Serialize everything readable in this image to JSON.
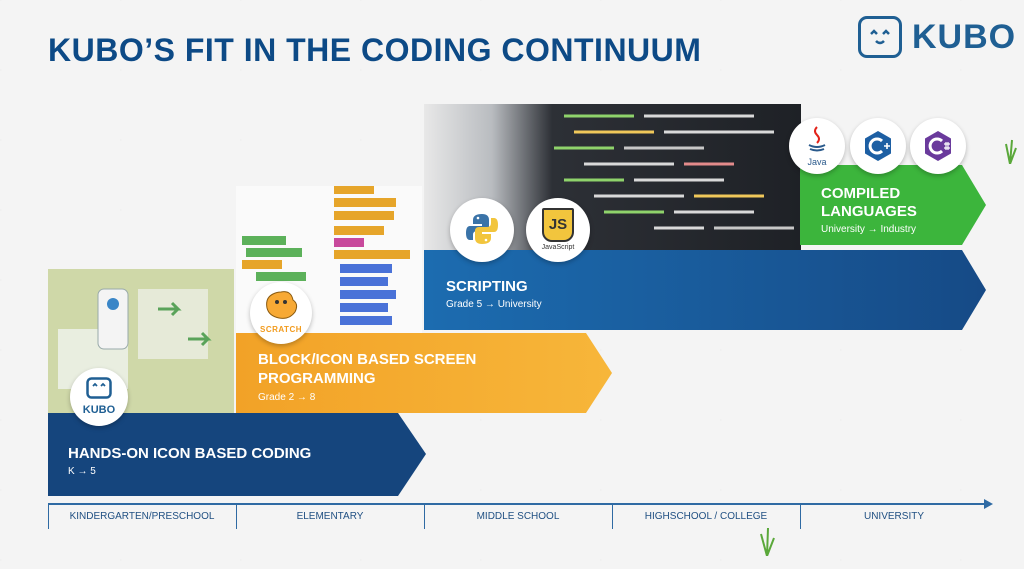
{
  "title": "KUBO’S FIT IN THE CODING CONTINUUM",
  "logo": {
    "text": "KUBO"
  },
  "bands": [
    {
      "name": "HANDS-ON ICON BASED CODING",
      "range": "K → 5",
      "color": "#15457d"
    },
    {
      "name_line1": "BLOCK/ICON BASED SCREEN",
      "name_line2": "PROGRAMMING",
      "range": "Grade 2 → 8",
      "color": "#f0a324"
    },
    {
      "name": "SCRIPTING",
      "range": "Grade 5 → University",
      "color": "#1c64a6"
    },
    {
      "name_line1": "COMPILED",
      "name_line2": "LANGUAGES",
      "range": "University → Industry",
      "color": "#3cb53c"
    }
  ],
  "icons": {
    "kubo_label": "KUBO",
    "javascript_label": "JS",
    "javascript_caption": "JavaScript",
    "java_label": "Java",
    "scratch_label": "SCRATCH"
  },
  "stages": [
    "KINDERGARTEN/PRESCHOOL",
    "ELEMENTARY",
    "MIDDLE SCHOOL",
    "HIGHSCHOOL / COLLEGE",
    "UNIVERSITY"
  ]
}
